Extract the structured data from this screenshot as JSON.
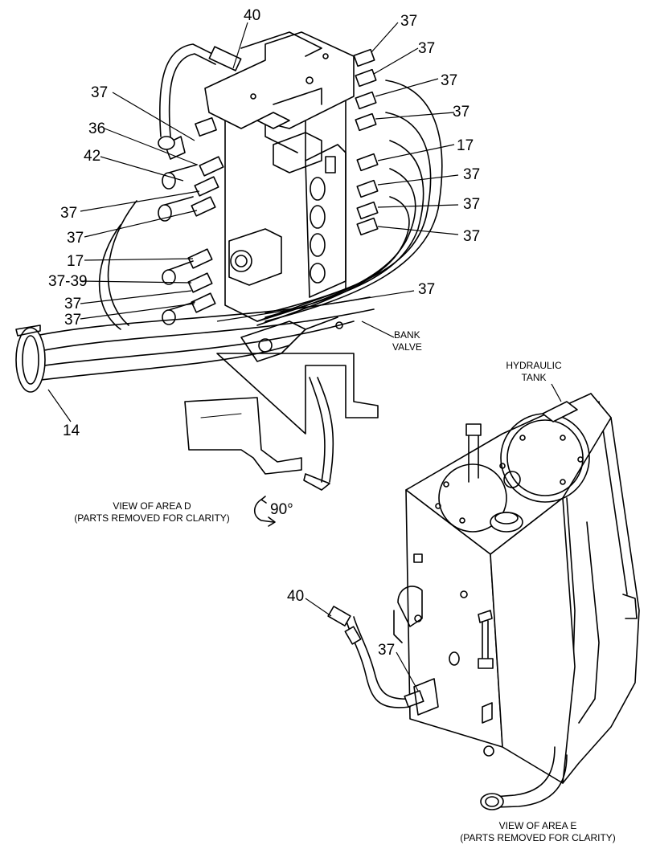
{
  "area_d": {
    "callouts": {
      "c40": "40",
      "c37_top": "37",
      "c37_r1": "37",
      "c37_r2": "37",
      "c37_r3": "37",
      "c17_right": "17",
      "c37_r4": "37",
      "c37_r5": "37",
      "c37_r6": "37",
      "c37_left_top": "37",
      "c36": "36",
      "c42": "42",
      "c37_l1": "37",
      "c37_l2": "37",
      "c17_left": "17",
      "c37_39": "37-39",
      "c37_l3": "37",
      "c37_l4": "37",
      "c37_mid": "37",
      "c14": "14"
    },
    "bank_valve_line1": "BANK",
    "bank_valve_line2": "VALVE",
    "view_line1": "VIEW OF AREA D",
    "view_line2": "(PARTS REMOVED FOR CLARITY)",
    "rotation": "90°"
  },
  "area_e": {
    "hydraulic_tank_line1": "HYDRAULIC",
    "hydraulic_tank_line2": "TANK",
    "callouts": {
      "c40": "40",
      "c37": "37"
    },
    "view_line1": "VIEW OF AREA E",
    "view_line2": "(PARTS REMOVED FOR CLARITY)"
  }
}
